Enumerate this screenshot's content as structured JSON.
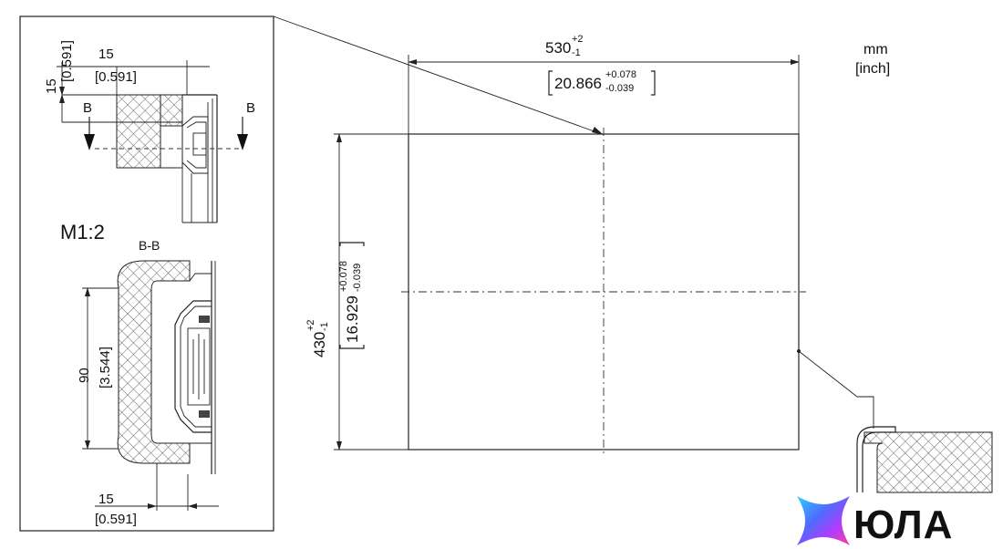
{
  "units": {
    "primary": "mm",
    "secondary": "[inch]"
  },
  "cutout": {
    "width_mm": "530",
    "width_tol_upper": "+2",
    "width_tol_lower": "-1",
    "width_inch": "20.866",
    "width_inch_tol_upper": "+0.078",
    "width_inch_tol_lower": "-0.039",
    "height_mm": "430",
    "height_tol_upper": "+2",
    "height_tol_lower": "-1",
    "height_inch": "16.929",
    "height_inch_tol_upper": "+0.078",
    "height_inch_tol_lower": "-0.039"
  },
  "detail": {
    "scale_label": "M1:2",
    "section_mark": "B",
    "section_label": "B-B",
    "top_dim_mm": "15",
    "top_dim_inch": "[0.591]",
    "side_dim_mm": "15",
    "side_dim_inch": "[0.591]",
    "height_dim_mm": "90",
    "height_dim_inch": "[3.544]",
    "bottom_dim_mm": "15",
    "bottom_dim_inch": "[0.591]"
  },
  "brand": {
    "name": "ЮЛА",
    "colors": [
      "#2ad0ff",
      "#4f6bff",
      "#b03cff",
      "#ff3f9a"
    ]
  }
}
